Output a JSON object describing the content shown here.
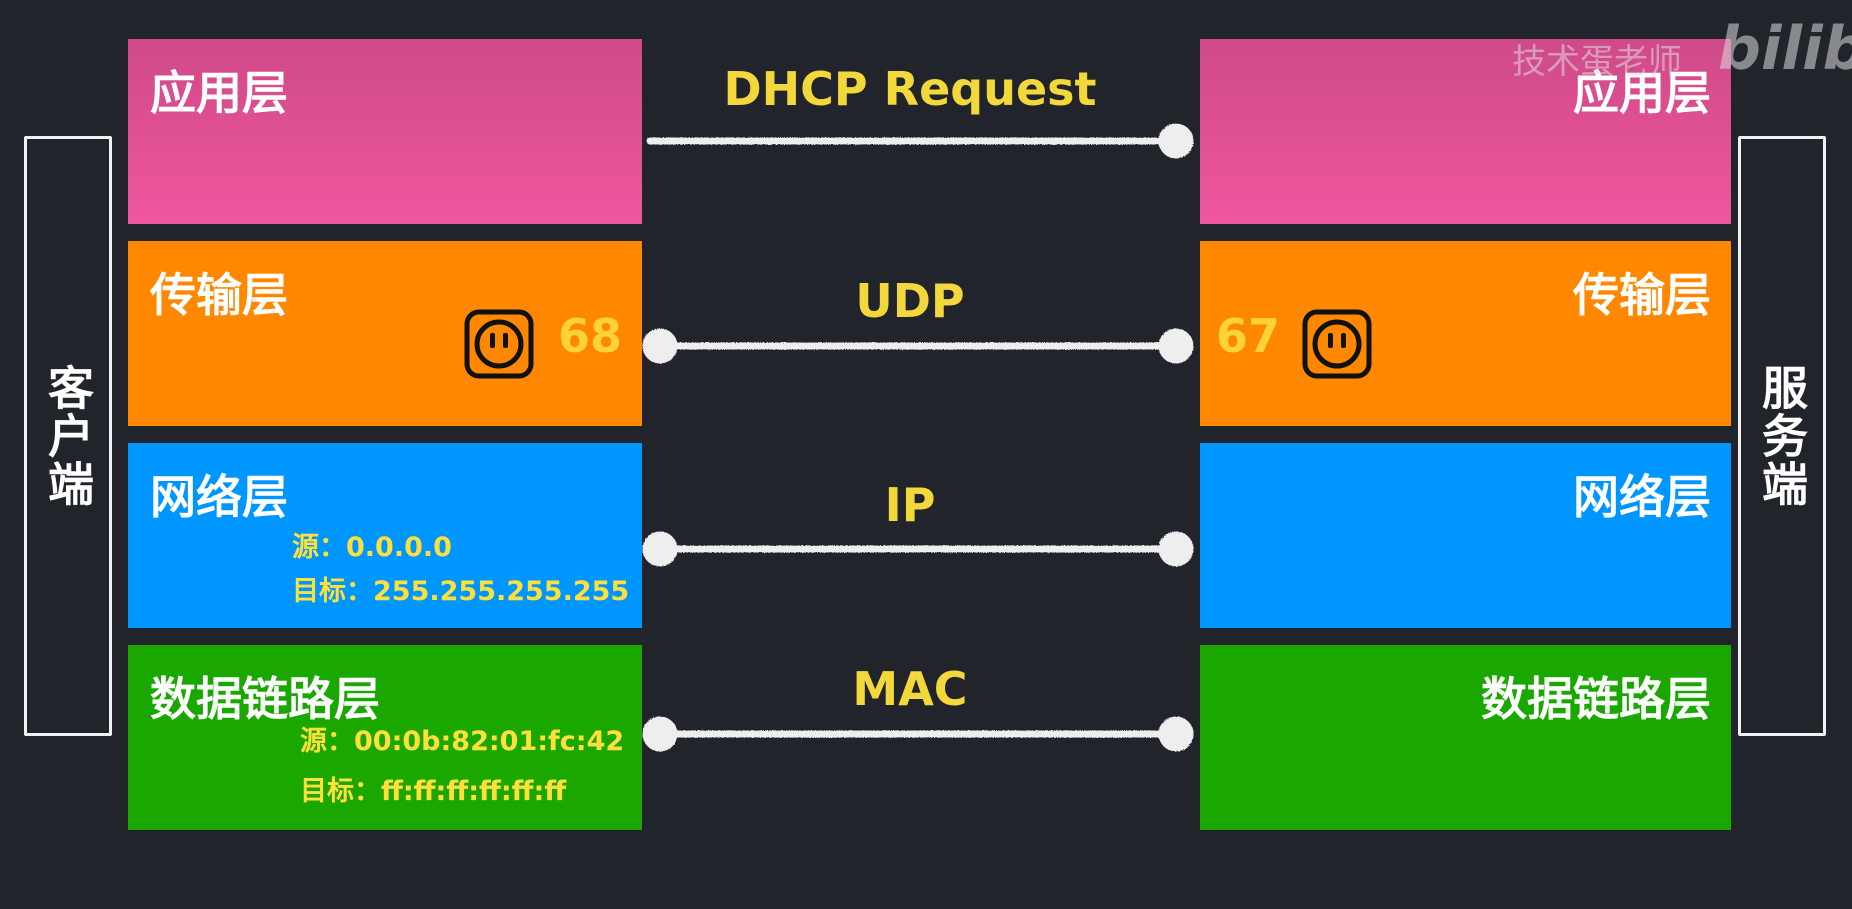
{
  "client_label": "客户端",
  "server_label": "服务端",
  "watermark": {
    "author": "技术蛋老师",
    "brand": "bilibili"
  },
  "protocols": {
    "application": "DHCP Request",
    "transport": "UDP",
    "network": "IP",
    "datalink": "MAC"
  },
  "client": {
    "application": {
      "title": "应用层"
    },
    "transport": {
      "title": "传输层",
      "port": "68"
    },
    "network": {
      "title": "网络层",
      "source": "源：0.0.0.0",
      "target": "目标：255.255.255.255"
    },
    "datalink": {
      "title": "数据链路层",
      "source": "源：00:0b:82:01:fc:42",
      "target": "目标：ff:ff:ff:ff:ff:ff"
    }
  },
  "server": {
    "application": {
      "title": "应用层"
    },
    "transport": {
      "title": "传输层",
      "port": "67"
    },
    "network": {
      "title": "网络层"
    },
    "datalink": {
      "title": "数据链路层"
    }
  },
  "colors": {
    "application": "#e8509a",
    "transport": "#ff8800",
    "network": "#0096ff",
    "datalink": "#1aa800",
    "background": "#22242c",
    "protocol_text": "#f2d83a"
  }
}
